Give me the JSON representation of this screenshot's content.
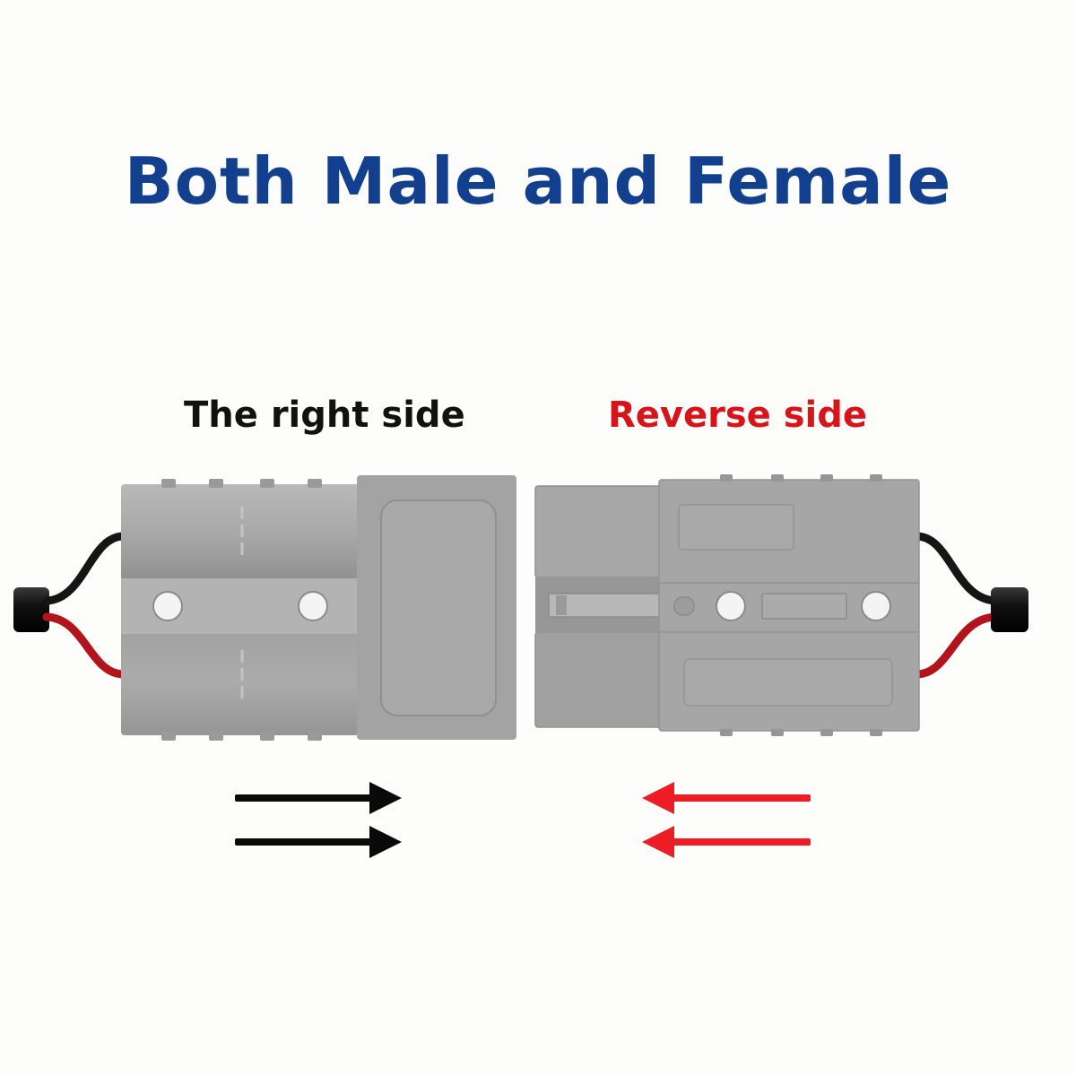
{
  "title": "Both Male and Female",
  "left_label": "The right side",
  "right_label": "Reverse side",
  "colors": {
    "title": "#123f8e",
    "left_label": "#111111",
    "right_label": "#d7141a",
    "housing": "#a9a9a9",
    "housing_dark": "#8e8e8e",
    "wire_black": "#151515",
    "wire_red": "#b3141b",
    "arrow_black": "#0a0a0a",
    "arrow_red": "#ee1c24"
  },
  "icons": {
    "left_connector": "male-connector-illustration",
    "right_connector": "female-connector-illustration",
    "left_arrows": "right-arrows-icon",
    "right_arrows": "left-arrows-icon"
  }
}
